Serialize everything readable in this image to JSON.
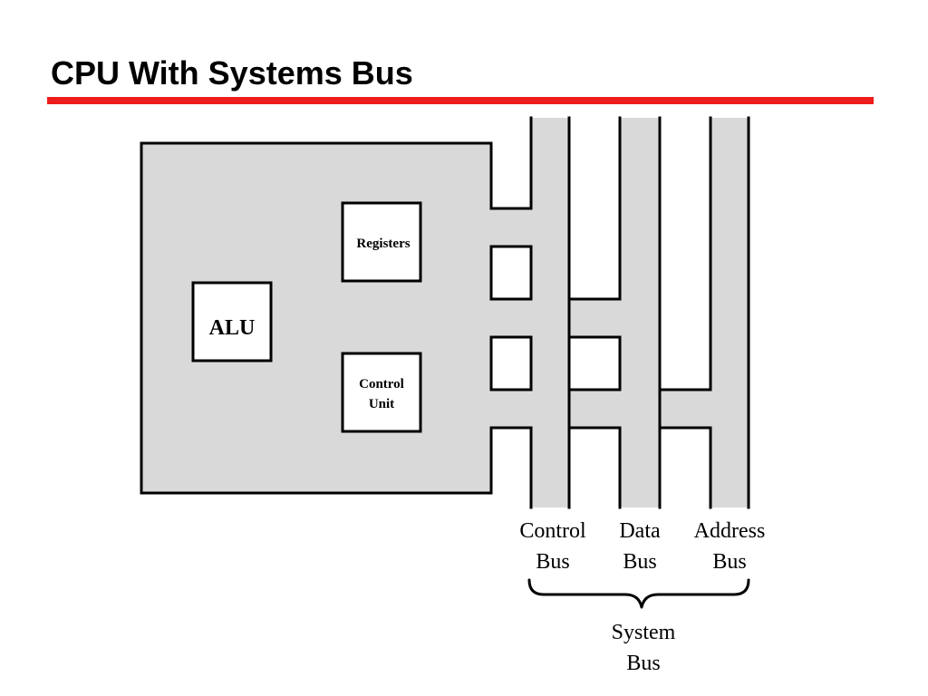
{
  "slide": {
    "title": "CPU With Systems Bus",
    "accent_color": "#ee1c1c"
  },
  "diagram": {
    "fill_color": "#d9d9d9",
    "components": {
      "registers": "Registers",
      "alu": "ALU",
      "control_unit_line1": "Control",
      "control_unit_line2": "Unit"
    },
    "buses": {
      "control": {
        "line1": "Control",
        "line2": "Bus"
      },
      "data": {
        "line1": "Data",
        "line2": "Bus"
      },
      "address": {
        "line1": "Address",
        "line2": "Bus"
      }
    },
    "system_bus": {
      "line1": "System",
      "line2": "Bus"
    }
  }
}
